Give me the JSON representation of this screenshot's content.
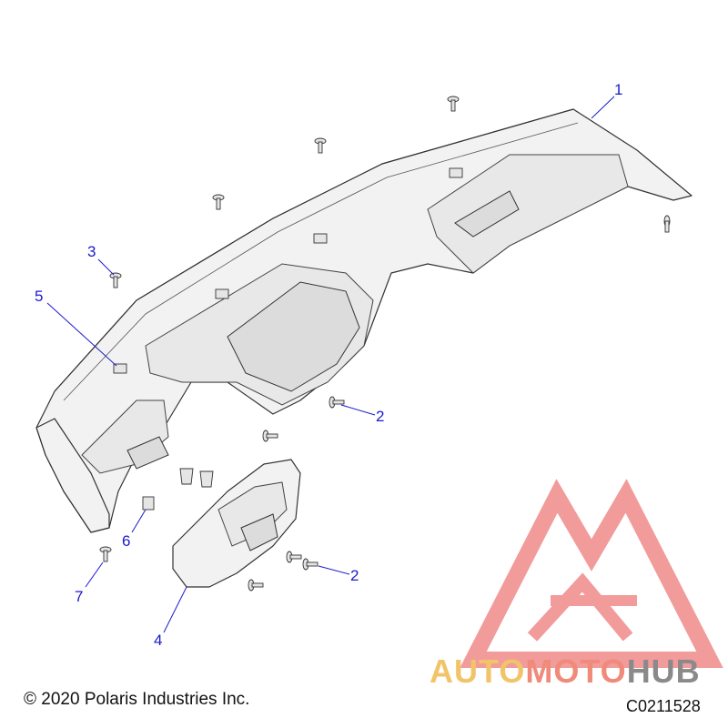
{
  "callouts": [
    {
      "label": "1"
    },
    {
      "label": "2"
    },
    {
      "label": "2"
    },
    {
      "label": "3"
    },
    {
      "label": "4"
    },
    {
      "label": "5"
    },
    {
      "label": "6"
    },
    {
      "label": "7"
    }
  ],
  "footer": {
    "copyright": "© 2020 Polaris Industries Inc.",
    "drawing_code": "C0211528"
  },
  "watermark": {
    "part1": "AUTO",
    "part2": "MOTO",
    "part3": "HUB",
    "colors": {
      "auto": "#f2c46a",
      "moto": "#f08a7a",
      "hub": "#8a8a8a",
      "logo": "#f08a8a"
    }
  }
}
